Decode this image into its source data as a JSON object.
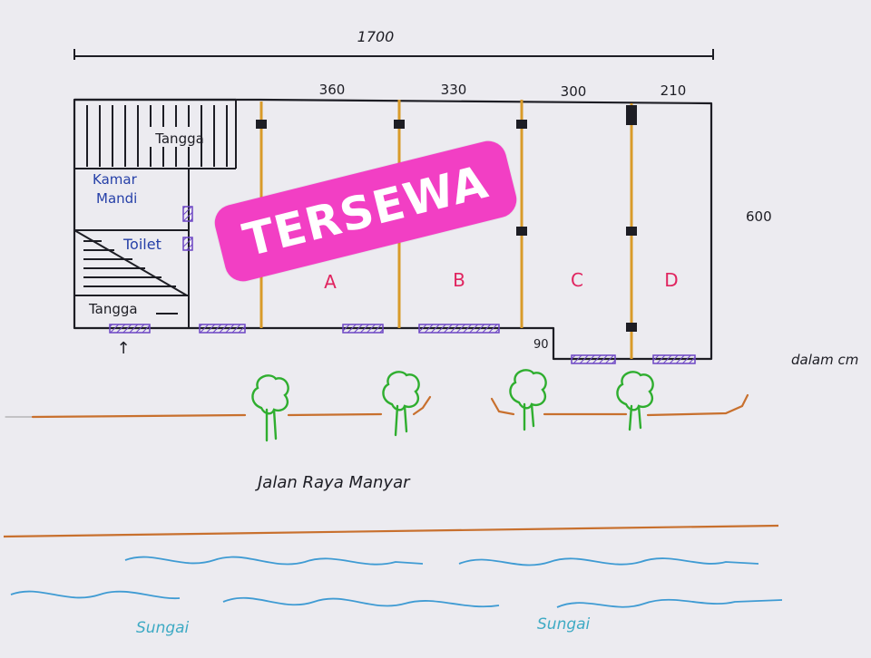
{
  "dimensions": {
    "total_width": "1700",
    "unit_widths": [
      "360",
      "330",
      "300",
      "210"
    ],
    "depth": "600",
    "notch": "90"
  },
  "rooms": {
    "stairs_top": "Tangga",
    "bathroom_line1": "Kamar",
    "bathroom_line2": "Mandi",
    "toilet": "Toilet",
    "stairs_bottom": "Tangga",
    "entrance_arrow": "↑"
  },
  "units": [
    "A",
    "B",
    "C",
    "D"
  ],
  "stamp": "TERSEWA",
  "unit_note": "dalam cm",
  "road": "Jalan Raya Manyar",
  "river_labels": [
    "Sungai",
    "Sungai"
  ],
  "colors": {
    "ink": "#1d1d24",
    "wall_dark": "#2a2a30",
    "door": "#6c45c4",
    "pillar": "#d99b2a",
    "unit_label": "#e0245f",
    "stamp": "#f23fc4",
    "tree": "#2fae2f",
    "road_line": "#c8702e",
    "river": "#3f9bd3",
    "river_text": "#3eaac4",
    "room_text": "#2640a8"
  }
}
